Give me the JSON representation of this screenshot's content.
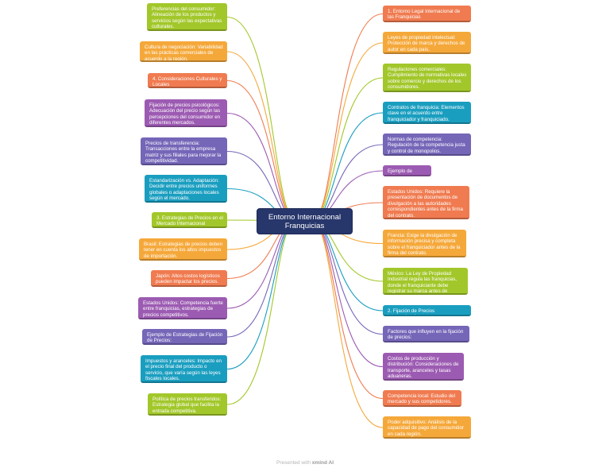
{
  "center": {
    "label": "Entorno Internacional Franquicias"
  },
  "left_nodes": [
    {
      "text": "Preferencias del consumidor: Alineación de los productos y servicios según las expectativas culturales.",
      "color": "#a2c72a"
    },
    {
      "text": "Cultura de negociación: Variabilidad en las prácticas comerciales de acuerdo a la región.",
      "color": "#f5a83a"
    },
    {
      "text": "4. Consideraciones Culturales y Locales",
      "color": "#f07b50"
    },
    {
      "text": "Fijación de precios psicológicos: Adecuación del precio según las percepciones del consumidor en diferentes mercados.",
      "color": "#9c5bb2"
    },
    {
      "text": "Precios de transferencia: Transacciones entre la empresa matriz y sus filiales para mejorar la competitividad.",
      "color": "#7566b8"
    },
    {
      "text": "Estandarización vs. Adaptación: Decidir entre precios uniformes globales o adaptaciones locales según el mercado.",
      "color": "#1a9ec0"
    },
    {
      "text": "3. Estrategias de Precios en el Mercado Internacional",
      "color": "#a2c72a"
    },
    {
      "text": "Brasil: Estrategias de precios deben tener en cuenta los altos impuestos de importación.",
      "color": "#f5a83a"
    },
    {
      "text": "Japón: Altos costos logísticos pueden impactar los precios.",
      "color": "#f07b50"
    },
    {
      "text": "Estados Unidos: Competencia fuerte entre franquicias, estrategias de precios competitivos.",
      "color": "#9c5bb2"
    },
    {
      "text": "Ejemplo de Estrategias de Fijación de Precios:",
      "color": "#7566b8"
    },
    {
      "text": "Impuestos y aranceles: Impacto en el precio final del producto o servicio, que varía según las leyes fiscales locales.",
      "color": "#1a9ec0"
    },
    {
      "text": "Política de precios transferidos: Estrategia global que facilita la entrada competitiva.",
      "color": "#a2c72a"
    }
  ],
  "right_nodes": [
    {
      "text": "1. Entorno Legal Internacional de las Franquicias",
      "color": "#f07b50"
    },
    {
      "text": "Leyes de propiedad intelectual: Protección de marca y derechos de autor en cada país.",
      "color": "#f5a83a"
    },
    {
      "text": "Regulaciones comerciales: Cumplimiento de normativas locales sobre comercio y derechos de los consumidores.",
      "color": "#a2c72a"
    },
    {
      "text": "Contratos de franquicia: Elementos clave en el acuerdo entre franquiciador y franquiciado.",
      "color": "#1a9ec0"
    },
    {
      "text": "Normas de competencia: Regulación de la competencia justa y control de monopolios.",
      "color": "#7566b8"
    },
    {
      "text": "Ejemplo de países:",
      "color": "#9c5bb2"
    },
    {
      "text": "Estados Unidos: Requiere la presentación de documentos de divulgación a las autoridades correspondientes antes de la firma del contrato.",
      "color": "#f07b50"
    },
    {
      "text": "Francia: Exige la divulgación de información precisa y completa sobre el franquiciador antes de la firma del contrato.",
      "color": "#f5a83a"
    },
    {
      "text": "México: La Ley de Propiedad Industrial regula las franquicias, donde el franquiciante debe registrar su marca antes de operar.",
      "color": "#a2c72a"
    },
    {
      "text": "2. Fijación de Precios Internacionales",
      "color": "#1a9ec0"
    },
    {
      "text": "Factores que influyen en la fijación de precios:",
      "color": "#7566b8"
    },
    {
      "text": "Costos de producción y distribución: Consideraciones de transporte, aranceles y tasas aduaneras.",
      "color": "#9c5bb2"
    },
    {
      "text": "Competencia local: Estudio del mercado y sus competidores.",
      "color": "#f07b50"
    },
    {
      "text": "Poder adquisitivo: Análisis de la capacidad de pago del consumidor en cada región.",
      "color": "#f5a83a"
    }
  ],
  "footer": {
    "prefix": "Presented with",
    "brand": "xmind AI"
  }
}
